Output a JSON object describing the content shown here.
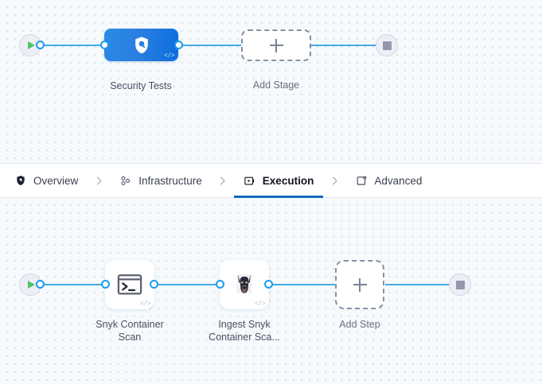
{
  "pipeline": {
    "stage_row": {
      "start_node": {
        "name": "pipeline-start",
        "icon": "play-icon"
      },
      "end_node": {
        "name": "pipeline-end",
        "icon": "stop-icon"
      },
      "nodes": [
        {
          "id": "security-tests",
          "label": "Security Tests",
          "icon": "shield-search-icon",
          "badge": "</>",
          "type": "stage",
          "selected": true
        }
      ],
      "add_placeholder": {
        "label": "Add Stage",
        "icon": "plus-icon"
      }
    },
    "step_row": {
      "start_node": {
        "name": "execution-start",
        "icon": "play-icon"
      },
      "end_node": {
        "name": "execution-end",
        "icon": "stop-icon"
      },
      "nodes": [
        {
          "id": "snyk-container-scan",
          "label": "Snyk Container\nScan",
          "icon": "terminal-icon",
          "badge": "</>",
          "type": "step"
        },
        {
          "id": "ingest-snyk-container-scan",
          "label": "Ingest Snyk\nContainer Sca...",
          "icon": "snyk-doberman-icon",
          "badge": "</>",
          "type": "step"
        }
      ],
      "add_placeholder": {
        "label": "Add Step",
        "icon": "plus-icon"
      }
    }
  },
  "tabs": [
    {
      "id": "overview",
      "label": "Overview",
      "icon": "shield-icon",
      "active": false
    },
    {
      "id": "infrastructure",
      "label": "Infrastructure",
      "icon": "hexagon-group-icon",
      "active": false
    },
    {
      "id": "execution",
      "label": "Execution",
      "icon": "play-box-icon",
      "active": true
    },
    {
      "id": "advanced",
      "label": "Advanced",
      "icon": "card-gear-icon",
      "active": false
    }
  ],
  "separator_icon": "chevron-right-icon",
  "colors": {
    "accent_blue": "#1566c0",
    "edge_blue": "#44aae6",
    "port_blue": "#1a9ced",
    "stage_gradient_start": "#2b8ae6",
    "stage_gradient_end": "#0b6ede",
    "canvas_bg": "#f6fafc",
    "dot_grid": "#d3dde6",
    "terminal_bg": "#eeeef6",
    "play_green": "#4ec46a",
    "stop_gray": "#9497ad",
    "dashed_border": "#8a8fa6",
    "caption_text": "#4a4f63"
  }
}
